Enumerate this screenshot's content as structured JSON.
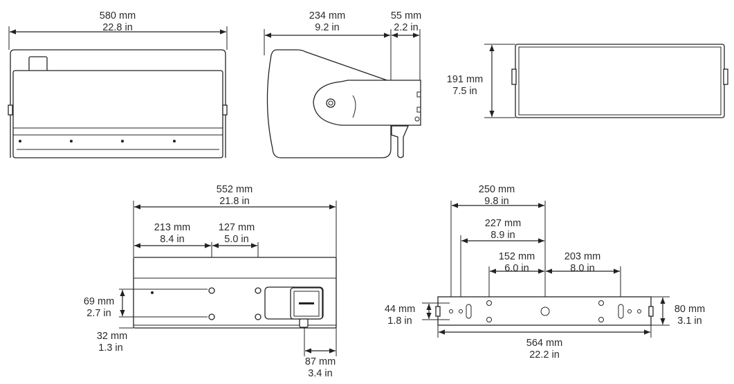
{
  "views": {
    "front": {
      "width_mm": "580 mm",
      "width_in": "22.8 in"
    },
    "side": {
      "depth_mm": "234 mm",
      "depth_in": "9.2 in",
      "bracket_mm": "55 mm",
      "bracket_in": "2.2 in"
    },
    "top": {
      "height_mm": "191 mm",
      "height_in": "7.5 in"
    },
    "rear": {
      "width_mm": "552 mm",
      "width_in": "21.8 in",
      "hole_offset_mm": "213 mm",
      "hole_offset_in": "8.4 in",
      "hole_spacing_mm": "127 mm",
      "hole_spacing_in": "5.0 in",
      "hole_vspacing_mm": "69 mm",
      "hole_vspacing_in": "2.7 in",
      "bottom_offset_mm": "32 mm",
      "bottom_offset_in": "1.3 in",
      "gland_offset_mm": "87 mm",
      "gland_offset_in": "3.4 in"
    },
    "bracket": {
      "span1_mm": "250 mm",
      "span1_in": "9.8 in",
      "span2_mm": "227 mm",
      "span2_in": "8.9 in",
      "span3_mm": "152 mm",
      "span3_in": "6.0 in",
      "span4_mm": "203 mm",
      "span4_in": "8.0 in",
      "length_mm": "564 mm",
      "length_in": "22.2 in",
      "slot_mm": "44 mm",
      "slot_in": "1.8 in",
      "height_mm": "80 mm",
      "height_in": "3.1 in"
    }
  }
}
